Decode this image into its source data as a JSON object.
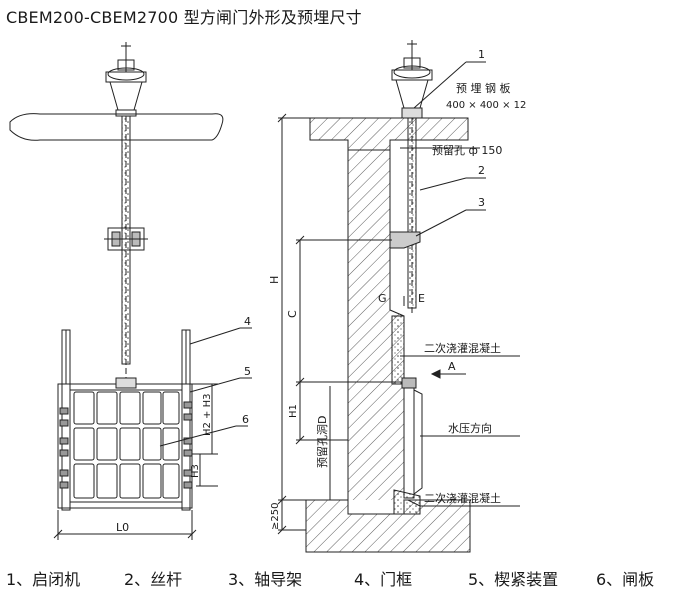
{
  "title": "CBEM200-CBEM2700 型方闸门外形及预埋尺寸",
  "callouts": {
    "n1": "1",
    "n2": "2",
    "n3": "3",
    "n4": "4",
    "n5": "5",
    "n6": "6"
  },
  "section_labels": {
    "embed_plate": "预 埋 钢 板",
    "embed_plate_size": "400 × 400 × 12",
    "reserved_hole": "预留孔 ф 150",
    "grout_top": "二次浇灌混凝土",
    "grout_bottom": "二次浇灌混凝土",
    "water_direction": "水压方向",
    "reserved_opening": "预留孔洞D",
    "section_a": "A",
    "mark_g": "G",
    "mark_e": "E"
  },
  "dimensions": {
    "h": "H",
    "c": "C",
    "h1": "H1",
    "h_min": "≥250",
    "h2h3": "H2 + H3",
    "h3": "H3",
    "l0": "L0"
  },
  "legend": [
    "1、启闭机",
    "2、丝杆",
    "3、轴导架",
    "4、门框",
    "5、楔紧装置",
    "6、闸板"
  ]
}
